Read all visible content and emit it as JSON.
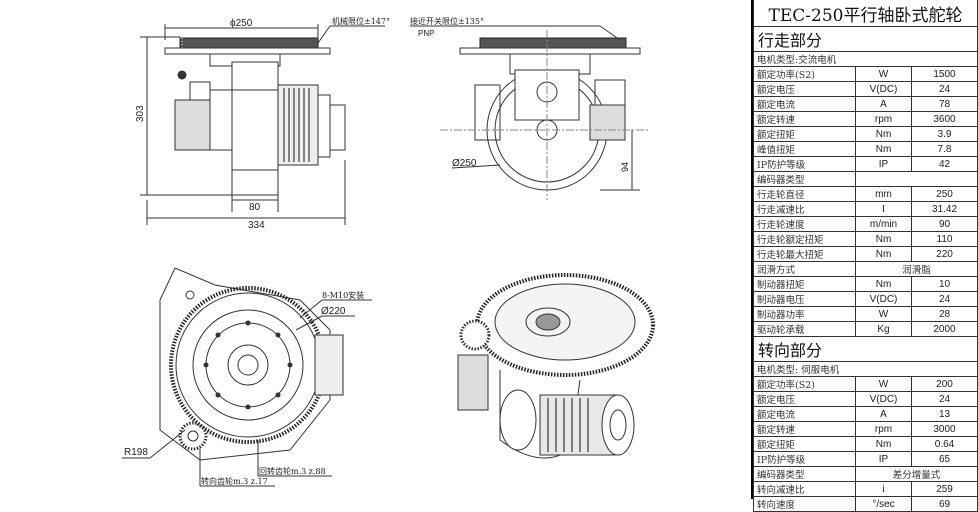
{
  "drawing": {
    "side_view": {
      "dia_label": "ϕ250",
      "mech_limit": "机械限位±147°",
      "height_dim": "303",
      "wheel_width_dim": "80",
      "total_len_dim": "334"
    },
    "front_view": {
      "prox_limit": "接近开关限位±135°",
      "sensor_type": "PNP",
      "wheel_dia": "Ø250",
      "dim_94": "94"
    },
    "plan_view": {
      "holes": "8-M10安装",
      "pcd": "Ø220",
      "radius": "R198",
      "slew_gear": "回转齿轮m.3 z.88",
      "steer_gear": "转向齿轮m.3 z.17"
    }
  },
  "spec": {
    "title": "TEC-250平行轴卧式舵轮",
    "drive": {
      "header": "行走部分",
      "motor_type": "电机类型:交流电机",
      "rows": [
        {
          "label": "额定功率(S2)",
          "unit": "W",
          "value": "1500"
        },
        {
          "label": "额定电压",
          "unit": "V(DC)",
          "value": "24"
        },
        {
          "label": "额定电流",
          "unit": "A",
          "value": "78"
        },
        {
          "label": "额定转速",
          "unit": "rpm",
          "value": "3600"
        },
        {
          "label": "额定扭矩",
          "unit": "Nm",
          "value": "3.9"
        },
        {
          "label": "峰值扭矩",
          "unit": "Nm",
          "value": "7.8"
        },
        {
          "label": "IP防护等级",
          "unit": "IP",
          "value": "42"
        }
      ],
      "encoder_label": "编码器类型",
      "rows2": [
        {
          "label": "行走轮直径",
          "unit": "mm",
          "value": "250"
        },
        {
          "label": "行走减速比",
          "unit": "I",
          "value": "31.42"
        },
        {
          "label": "行走轮速度",
          "unit": "m/min",
          "value": "90"
        },
        {
          "label": "行走轮额定扭矩",
          "unit": "Nm",
          "value": "110"
        },
        {
          "label": "行走轮最大扭矩",
          "unit": "Nm",
          "value": "220"
        }
      ],
      "lube_label": "润滑方式",
      "lube_value": "润滑脂",
      "rows3": [
        {
          "label": "制动器扭矩",
          "unit": "Nm",
          "value": "10"
        },
        {
          "label": "制动器电压",
          "unit": "V(DC)",
          "value": "24"
        },
        {
          "label": "制动器功率",
          "unit": "W",
          "value": "28"
        },
        {
          "label": "驱动轮承载",
          "unit": "Kg",
          "value": "2000"
        }
      ]
    },
    "steer": {
      "header": "转向部分",
      "motor_type": "电机类型: 伺服电机",
      "rows": [
        {
          "label": "额定功率(S2)",
          "unit": "W",
          "value": "200"
        },
        {
          "label": "额定电压",
          "unit": "V(DC)",
          "value": "24"
        },
        {
          "label": "额定电流",
          "unit": "A",
          "value": "13"
        },
        {
          "label": "额定转速",
          "unit": "rpm",
          "value": "3000"
        },
        {
          "label": "额定扭矩",
          "unit": "Nm",
          "value": "0.64"
        },
        {
          "label": "IP防护等级",
          "unit": "IP",
          "value": "65"
        }
      ],
      "encoder_label": "编码器类型",
      "encoder_value": "差分增量式",
      "rows2": [
        {
          "label": "转向减速比",
          "unit": "i",
          "value": "259"
        },
        {
          "label": "转向速度",
          "unit": "°/sec",
          "value": "69"
        }
      ]
    }
  }
}
